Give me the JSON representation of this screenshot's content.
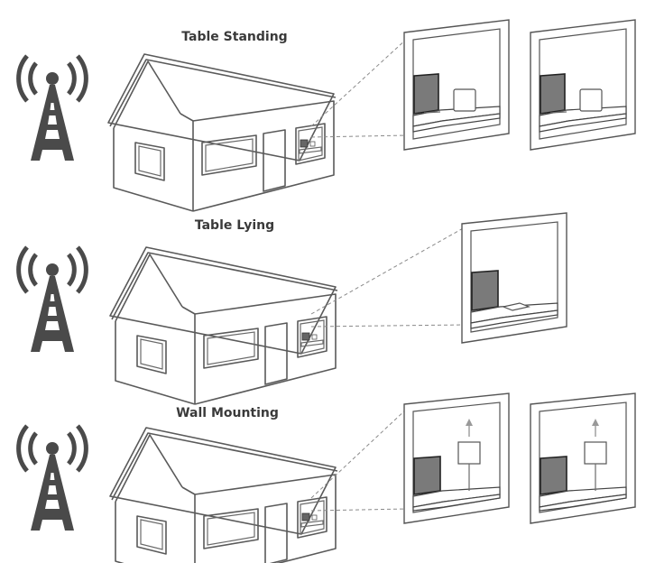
{
  "scenes": [
    {
      "id": "table-standing",
      "title": "Table Standing",
      "variant": "standing"
    },
    {
      "id": "table-lying",
      "title": "Table Lying",
      "variant": "lying"
    },
    {
      "id": "wall-mounting",
      "title": "Wall Mounting",
      "variant": "wall"
    }
  ],
  "icons": {
    "tower": "cell-tower-icon",
    "house": "house-icon",
    "window": "window-detail-icon"
  },
  "colors": {
    "stroke": "#5a5a5a",
    "tower": "#4a4a4a",
    "monitor": "#7a7a7a",
    "background": "#ffffff"
  }
}
